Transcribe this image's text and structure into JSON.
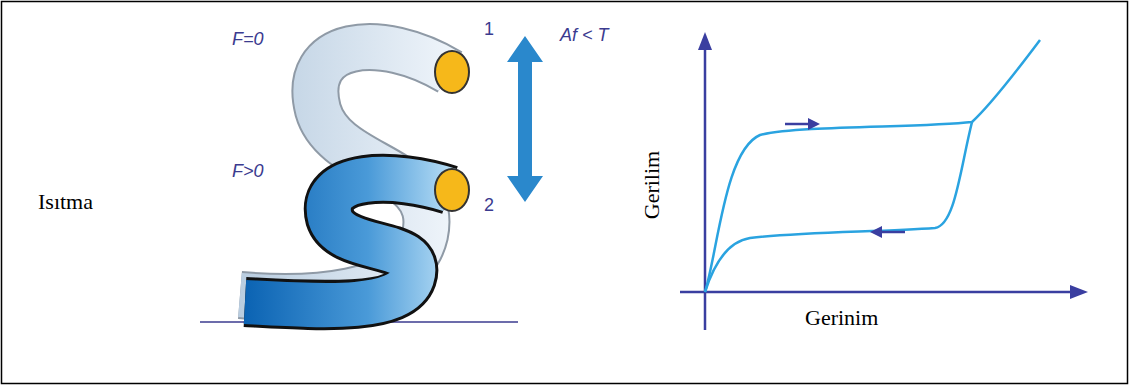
{
  "diagram": {
    "labels": [
      "Isıtma",
      "F=0",
      "F>0",
      "1",
      "2",
      "Af < T",
      "Gerilim",
      "Gerinim"
    ]
  }
}
